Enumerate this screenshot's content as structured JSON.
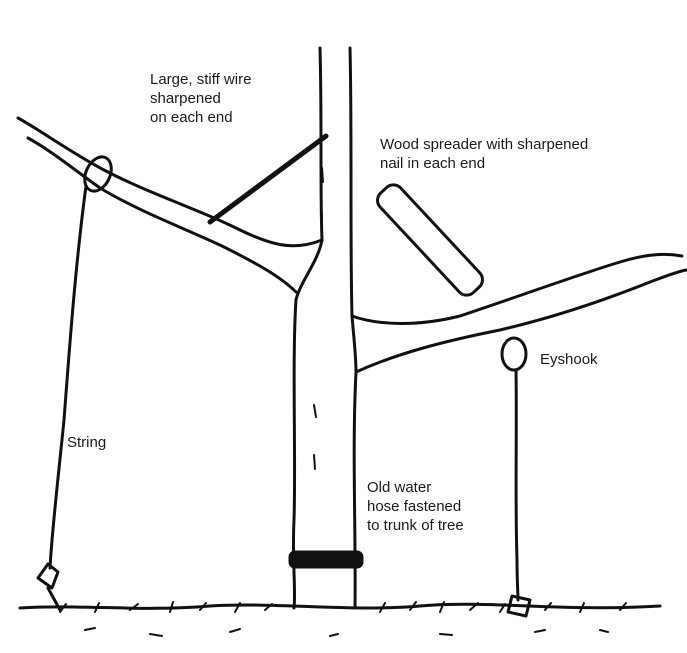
{
  "labels": {
    "wire": "Large, stiff wire\nsharpened\non each end",
    "spreader": "Wood spreader with sharpened\nnail in each end",
    "eyehook": "Eyshook",
    "string": "String",
    "hose": "Old water\nhose fastened\nto trunk of tree"
  },
  "colors": {
    "ink": "#111111",
    "background": "#ffffff"
  }
}
